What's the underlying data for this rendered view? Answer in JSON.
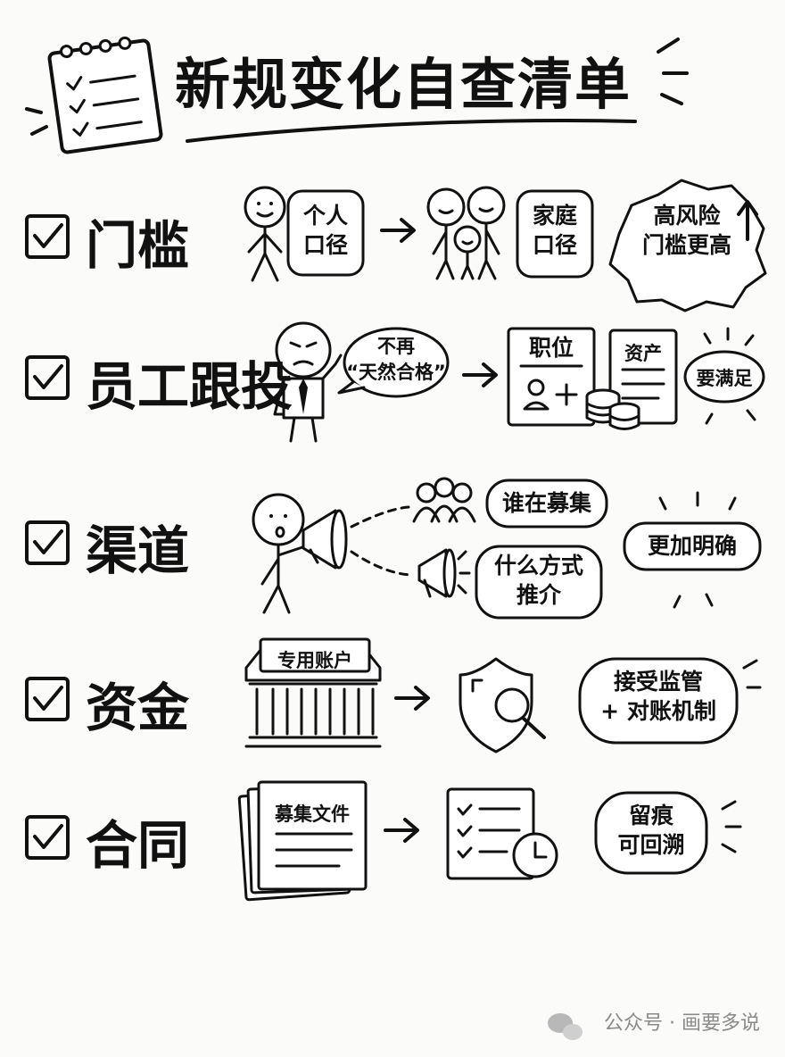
{
  "title": "新规变化自查清单",
  "rows": [
    {
      "label": "门槛",
      "items": [
        "个人\n口径",
        "家庭\n口径",
        "高风险\n门槛更高"
      ]
    },
    {
      "label": "员工跟投",
      "items": [
        "不再\n“天然合格”",
        "职位",
        "资产",
        "要满足"
      ]
    },
    {
      "label": "渠道",
      "items": [
        "谁在募集",
        "什么方式\n推介",
        "更加明确"
      ]
    },
    {
      "label": "资金",
      "items": [
        "专用账户",
        "接受监管\n+ 对账机制"
      ]
    },
    {
      "label": "合同",
      "items": [
        "募集文件",
        "留痕\n可回溯"
      ]
    }
  ],
  "footer": {
    "source": "公众号 · 画要多说",
    "icon": "wechat-icon"
  }
}
